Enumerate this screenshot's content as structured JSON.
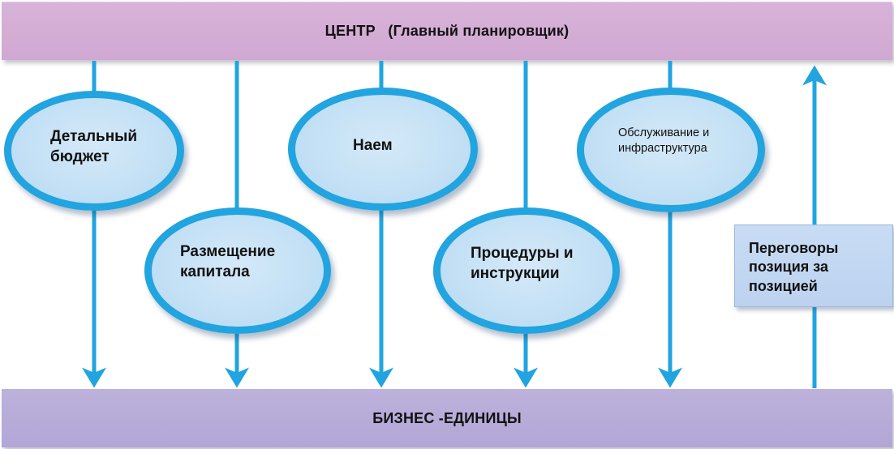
{
  "header": {
    "center_label": "ЦЕНТР   (Главный планировщик)"
  },
  "footer": {
    "units_label": "БИЗНЕС -ЕДИНИЦЫ"
  },
  "functions": [
    {
      "label": "Детальный\nбюджет"
    },
    {
      "label": "Размещение\nкапитала"
    },
    {
      "label": "Наем"
    },
    {
      "label": "Процедуры и\nинструкции"
    },
    {
      "label": "Обслуживание и\nинфраструктура"
    }
  ],
  "negotiation": {
    "label": "Переговоры\nпозиция за\nпозицией"
  },
  "colors": {
    "top_band": "#d4aed6",
    "bottom_band": "#b8acd9",
    "arrow": "#21a4df",
    "ellipse_fill": "#c6e1f5",
    "note_fill": "#c3d8f2"
  }
}
